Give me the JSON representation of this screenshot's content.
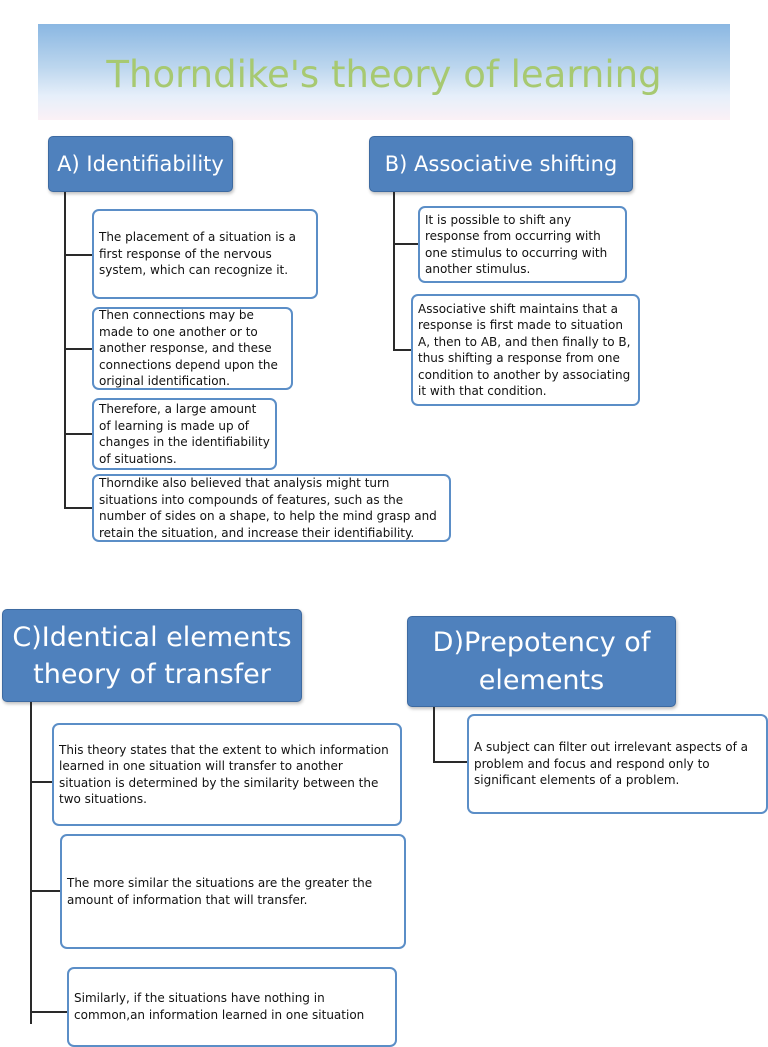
{
  "title": "Thorndike's theory of learning",
  "sections": {
    "a": {
      "heading": "A) Identifiability",
      "items": [
        "The placement of a situation is a first response of the nervous system, which can recognize it.",
        "Then connections may be made to one another or to another response, and these connections depend upon the original identification.",
        "Therefore, a large amount of learning is made up of changes in the identifiability of situations.",
        "Thorndike also believed that analysis might turn situations into compounds of features, such as the number of sides on a shape, to help the mind grasp and retain the situation, and increase their identifiability."
      ]
    },
    "b": {
      "heading": "B) Associative shifting",
      "items": [
        "It is possible to shift any response from occurring with one stimulus to occurring with another stimulus.",
        "Associative shift maintains that a response is first made to situation A, then to AB, and then finally to B, thus shifting a response from one condition to another by associating it with that condition."
      ]
    },
    "c": {
      "heading_line1": "C)Identical elements",
      "heading_line2": "theory of transfer",
      "items": [
        "This theory states that the extent to which information learned in one situation will transfer to another situation is determined by the similarity between the two situations.",
        "The more similar the situations are the greater the amount of information that will transfer.",
        "Similarly, if the situations have nothing in common,an  information learned in one situation"
      ]
    },
    "d": {
      "heading_line1": "D)Prepotency of",
      "heading_line2": "elements",
      "items": [
        "A subject can filter out irrelevant aspects of a problem and focus and respond only to significant elements of a problem."
      ]
    }
  }
}
